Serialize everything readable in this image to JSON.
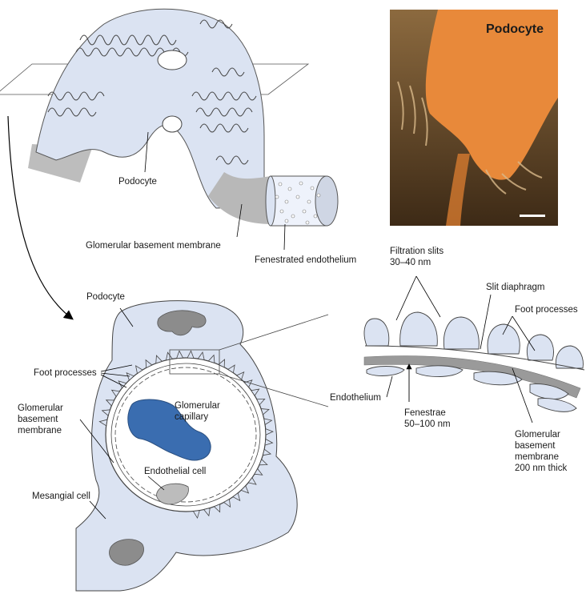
{
  "labels": {
    "podocyte_top": "Podocyte",
    "gbm_top": "Glomerular basement membrane",
    "fenestrated": "Fenestrated endothelium",
    "photo_title": "Podocyte",
    "podocyte_cross": "Podocyte",
    "foot_processes_left": "Foot processes",
    "gbm_left_1": "Glomerular",
    "gbm_left_2": "basement",
    "gbm_left_3": "membrane",
    "glom_cap_1": "Glomerular",
    "glom_cap_2": "capillary",
    "endothelial_cell": "Endothelial cell",
    "mesangial_cell": "Mesangial cell",
    "filtration_1": "Filtration slits",
    "filtration_2": "30–40 nm",
    "slit_diaphragm": "Slit diaphragm",
    "foot_processes_right": "Foot processes",
    "endothelium": "Endothelium",
    "fenestrae_1": "Fenestrae",
    "fenestrae_2": "50–100 nm",
    "gbm_right_1": "Glomerular",
    "gbm_right_2": "basement",
    "gbm_right_3": "membrane",
    "gbm_right_4": "200 nm thick"
  },
  "colors": {
    "cell_fill": "#dbe3f2",
    "nucleus_gray": "#8c8c8c",
    "membrane_gray": "#9a9a9a",
    "capillary_blue": "#3a6db0",
    "photo_orange": "#e8893a"
  }
}
